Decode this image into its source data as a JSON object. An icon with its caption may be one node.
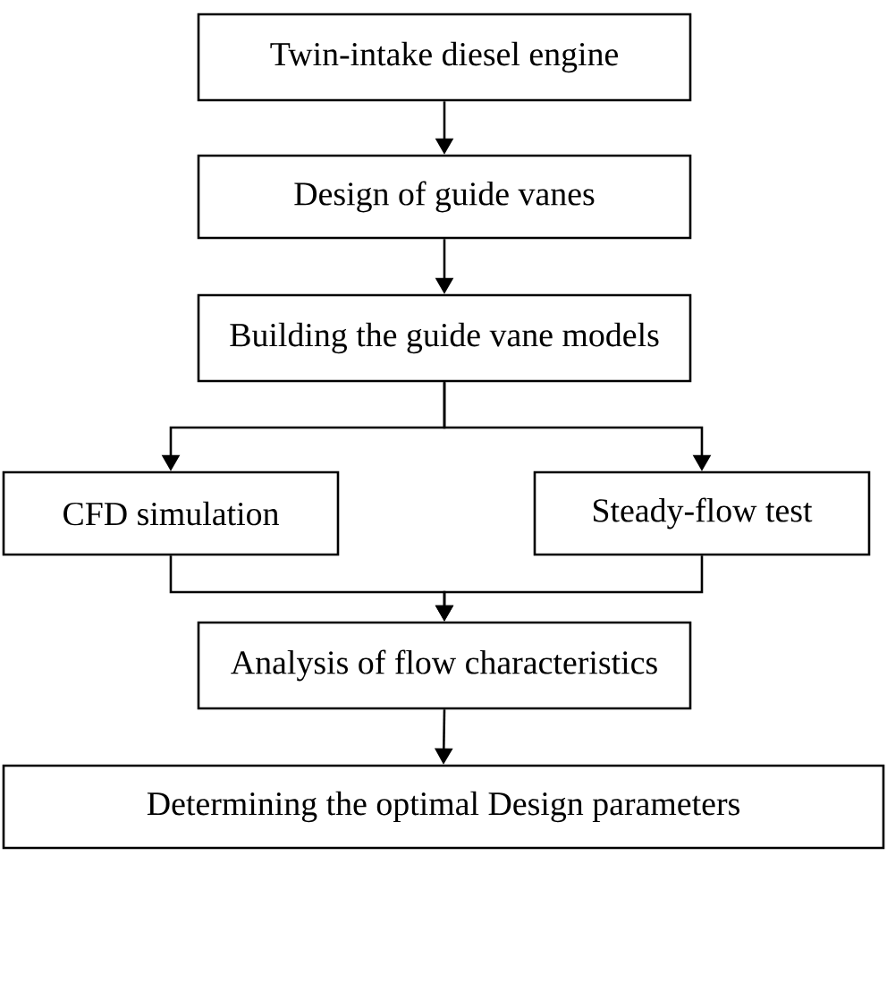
{
  "diagram": {
    "nodes": [
      {
        "text": [
          "Twin-intake diesel engine"
        ]
      },
      {
        "text": [
          "Design of guide vanes"
        ]
      },
      {
        "text": [
          "Building the guide vane models"
        ]
      },
      {
        "text": [
          "CFD simulation"
        ]
      },
      {
        "text": [
          "Steady-flow test"
        ]
      },
      {
        "text": [
          "Analysis of flow characteristics"
        ]
      },
      {
        "text": [
          "Determining the optimal Design parameters"
        ]
      }
    ],
    "edges": [
      {
        "from": 0,
        "to": 1,
        "arrow": "to"
      },
      {
        "from": 1,
        "to": 2,
        "arrow": "to"
      },
      {
        "from": 2,
        "to": 3,
        "arrow": "to"
      },
      {
        "from": 2,
        "to": 4,
        "arrow": "to"
      },
      {
        "from": 3,
        "to": 5,
        "arrow": "to"
      },
      {
        "from": 4,
        "to": 5,
        "arrow": "to"
      },
      {
        "from": 5,
        "to": 6,
        "arrow": "to"
      }
    ]
  }
}
